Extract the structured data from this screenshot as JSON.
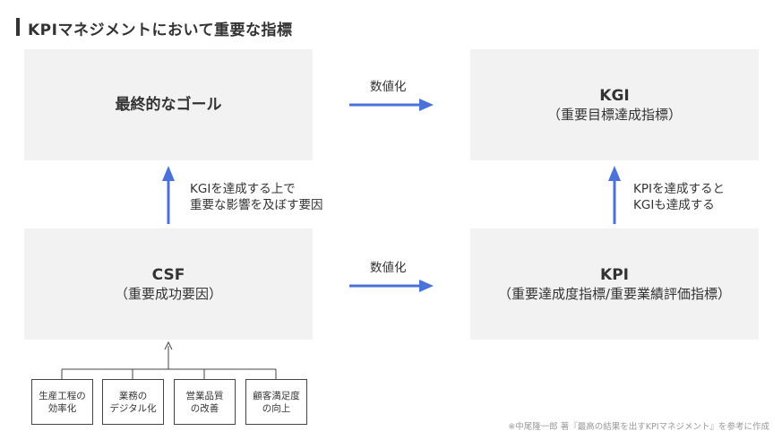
{
  "header": {
    "title": "KPIマネジメントにおいて重要な指標"
  },
  "boxes": {
    "goal": {
      "main": "最終的なゴール"
    },
    "kgi": {
      "main": "KGI",
      "sub": "（重要目標達成指標）"
    },
    "csf": {
      "main": "CSF",
      "sub": "（重要成功要因）"
    },
    "kpi": {
      "main": "KPI",
      "sub": "（重要達成度指標/重要業績評価指標）"
    }
  },
  "arrows": {
    "top_label": "数値化",
    "bottom_label": "数値化",
    "left_vertical": [
      "KGIを達成する上で",
      "重要な影響を及ぼす要因"
    ],
    "right_vertical": [
      "KPIを達成すると",
      "KGIも達成する"
    ]
  },
  "factors": [
    [
      "生産工程の",
      "効率化"
    ],
    [
      "業務の",
      "デジタル化"
    ],
    [
      "営業品質",
      "の改善"
    ],
    [
      "顧客満足度",
      "の向上"
    ]
  ],
  "footnote": "※中尾隆一郎 著『最高の結果を出すKPIマネジメント』を参考に作成",
  "colors": {
    "arrow": "#4a72d8",
    "box_fill": "#f2f2f2",
    "text": "#333333",
    "connector": "#444444"
  }
}
